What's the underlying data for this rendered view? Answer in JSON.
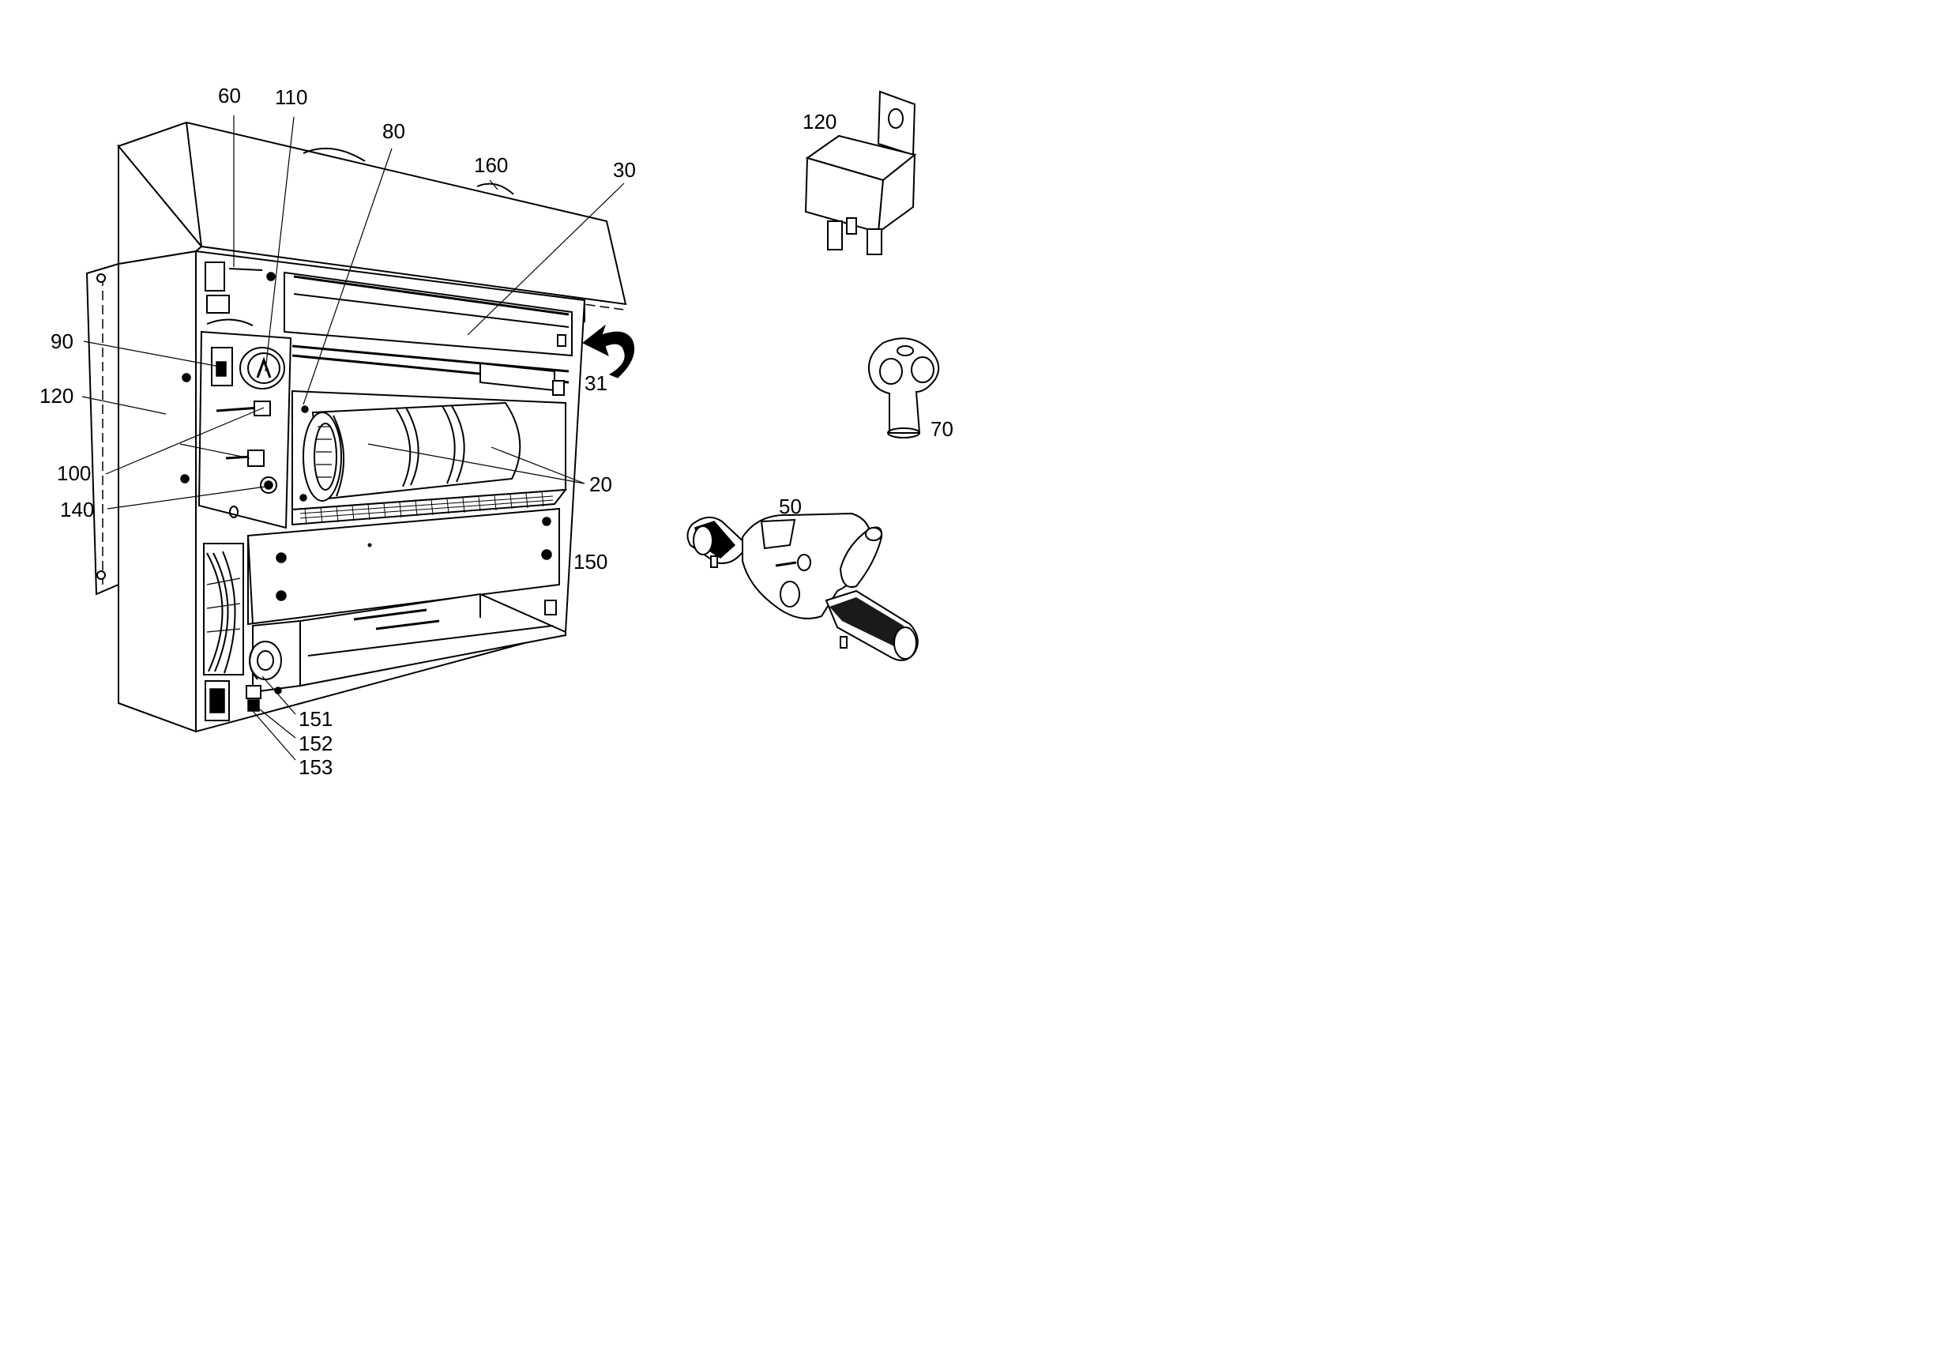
{
  "callouts": [
    {
      "id": "c60",
      "label": "60"
    },
    {
      "id": "c110",
      "label": "110"
    },
    {
      "id": "c80",
      "label": "80"
    },
    {
      "id": "c160",
      "label": "160"
    },
    {
      "id": "c30",
      "label": "30"
    },
    {
      "id": "c120-relay",
      "label": "120"
    },
    {
      "id": "c90",
      "label": "90"
    },
    {
      "id": "c120-panel",
      "label": "120"
    },
    {
      "id": "c31",
      "label": "31"
    },
    {
      "id": "c70",
      "label": "70"
    },
    {
      "id": "c100",
      "label": "100"
    },
    {
      "id": "c20",
      "label": "20"
    },
    {
      "id": "c140",
      "label": "140"
    },
    {
      "id": "c50",
      "label": "50"
    },
    {
      "id": "c150",
      "label": "150"
    },
    {
      "id": "c151",
      "label": "151"
    },
    {
      "id": "c152",
      "label": "152"
    },
    {
      "id": "c153",
      "label": "153"
    }
  ]
}
